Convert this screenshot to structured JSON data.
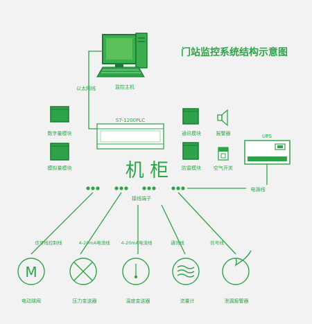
{
  "title": "门站监控系统结构示意图",
  "colors": {
    "green": "#2fa34a",
    "dark": "#1b7a34",
    "light": "#8fd18a",
    "bg": "#f2f2f2"
  },
  "computer": {
    "label": "监控主机",
    "link_label": "以太网线"
  },
  "plc": {
    "label": "S7-1200PLC"
  },
  "modules": {
    "digital": "数字量模块",
    "analog": "模拟量模块",
    "comm": "通讯模块",
    "surge": "防雷模块",
    "alarm": "报警器",
    "breaker": "空气开关"
  },
  "ups": {
    "label": "UPS",
    "power_line": "电源线"
  },
  "cabinet": {
    "label": "机 柜"
  },
  "terminals": {
    "label": "接线端子"
  },
  "lines": {
    "signal_control": "信号线控制线",
    "current1": "4-20mA电流线",
    "current2": "4-20mA电流线",
    "comm": "通讯线",
    "signal": "信号线"
  },
  "devices": {
    "valve": {
      "label": "电动球阀",
      "symbol": "M"
    },
    "pressure": {
      "label": "压力变送器"
    },
    "temperature": {
      "label": "温度变送器"
    },
    "flow": {
      "label": "流量计"
    },
    "leak": {
      "label": "泄漏报警器"
    }
  }
}
